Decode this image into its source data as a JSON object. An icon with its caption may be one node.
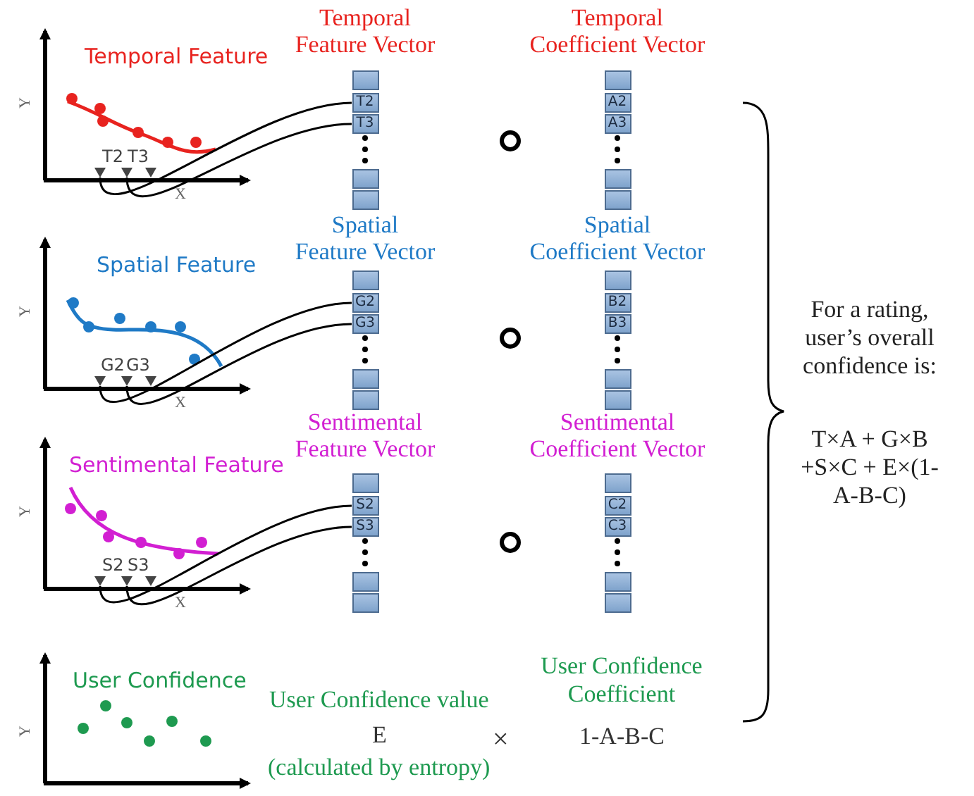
{
  "diagram": {
    "nodes": [
      {
        "text": [
          "Temporal Feature Vector"
        ]
      },
      {
        "text": [],
        "shape": "box"
      },
      {
        "text": [
          "T2"
        ]
      },
      {
        "text": [
          "T3"
        ]
      },
      {
        "text": [],
        "shape": "box"
      },
      {
        "text": [],
        "shape": "box"
      },
      {
        "text": [
          "Temporal Coefficient Vector"
        ]
      },
      {
        "text": [],
        "shape": "box"
      },
      {
        "text": [
          "A2"
        ]
      },
      {
        "text": [
          "A3"
        ]
      },
      {
        "text": [],
        "shape": "box"
      },
      {
        "text": [],
        "shape": "box"
      },
      {
        "text": [
          "Spatial Feature Vector"
        ]
      },
      {
        "text": [],
        "shape": "box"
      },
      {
        "text": [
          "G2"
        ]
      },
      {
        "text": [
          "G3"
        ]
      },
      {
        "text": [],
        "shape": "box"
      },
      {
        "text": [],
        "shape": "box"
      },
      {
        "text": [
          "Spatial Coefficient Vector"
        ]
      },
      {
        "text": [],
        "shape": "box"
      },
      {
        "text": [
          "B2"
        ]
      },
      {
        "text": [
          "B3"
        ]
      },
      {
        "text": [],
        "shape": "box"
      },
      {
        "text": [],
        "shape": "box"
      },
      {
        "text": [
          "Sentimental Feature Vector"
        ]
      },
      {
        "text": [],
        "shape": "box"
      },
      {
        "text": [
          "S2"
        ]
      },
      {
        "text": [
          "S3"
        ]
      },
      {
        "text": [],
        "shape": "box"
      },
      {
        "text": [],
        "shape": "box"
      },
      {
        "text": [
          "Sentimental Coefficient Vector"
        ]
      },
      {
        "text": [],
        "shape": "box"
      },
      {
        "text": [
          "C2"
        ]
      },
      {
        "text": [
          "C3"
        ]
      },
      {
        "text": [],
        "shape": "box"
      },
      {
        "text": [],
        "shape": "box"
      },
      {
        "text": [],
        "shape": "triangle"
      },
      {
        "text": [],
        "shape": "triangle"
      },
      {
        "text": [],
        "shape": "triangle"
      },
      {
        "text": [],
        "shape": "triangle"
      },
      {
        "text": [],
        "shape": "triangle"
      },
      {
        "text": [],
        "shape": "triangle"
      },
      {
        "text": [],
        "shape": "triangle"
      },
      {
        "text": [],
        "shape": "triangle"
      },
      {
        "text": [],
        "shape": "triangle"
      }
    ],
    "edges": [
      {
        "from": 36,
        "to": 2,
        "arrow": "none"
      },
      {
        "from": 37,
        "to": 3,
        "arrow": "none"
      },
      {
        "from": 39,
        "to": 14,
        "arrow": "none"
      },
      {
        "from": 40,
        "to": 15,
        "arrow": "none"
      },
      {
        "from": 42,
        "to": 26,
        "arrow": "none"
      },
      {
        "from": 43,
        "to": 27,
        "arrow": "none"
      }
    ],
    "labels": [
      "Temporal Feature",
      "Y",
      "T2",
      "T3",
      "X",
      "Spatial Feature",
      "Y",
      "G2",
      "G3",
      "X",
      "Sentimental Feature",
      "Y",
      "S2",
      "S3",
      "X",
      "User Confidence",
      "Y",
      "User Confidence value",
      "E",
      "(calculated by entropy)",
      "×",
      "User Confidence Coefficient",
      "1-A-B-C",
      "For a rating, user’s overall confidence is:",
      "T×A + G×B +S×C + E×(1-A-B-C)"
    ]
  }
}
